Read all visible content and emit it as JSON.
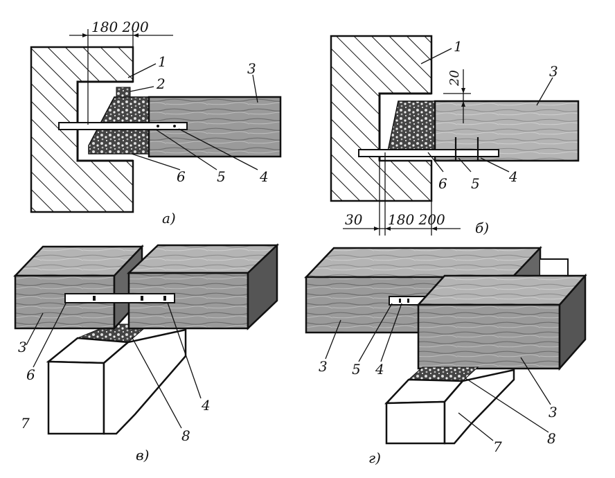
{
  "labels": {
    "a_dim": "180 200",
    "a_1": "1",
    "a_2": "2",
    "a_3": "3",
    "a_6": "6",
    "a_5": "5",
    "a_4": "4",
    "a_caption": "а)",
    "b_1": "1",
    "b_20": "20",
    "b_3": "3",
    "b_6": "6",
    "b_5": "5",
    "b_4": "4",
    "b_dim30": "30",
    "b_dim180": "180 200",
    "b_caption": "б)",
    "v_3": "3",
    "v_6": "6",
    "v_4": "4",
    "v_7": "7",
    "v_8": "8",
    "v_caption": "в)",
    "g_3a": "3",
    "g_5": "5",
    "g_4": "4",
    "g_3b": "3",
    "g_7": "7",
    "g_8": "8",
    "g_caption": "г)"
  }
}
